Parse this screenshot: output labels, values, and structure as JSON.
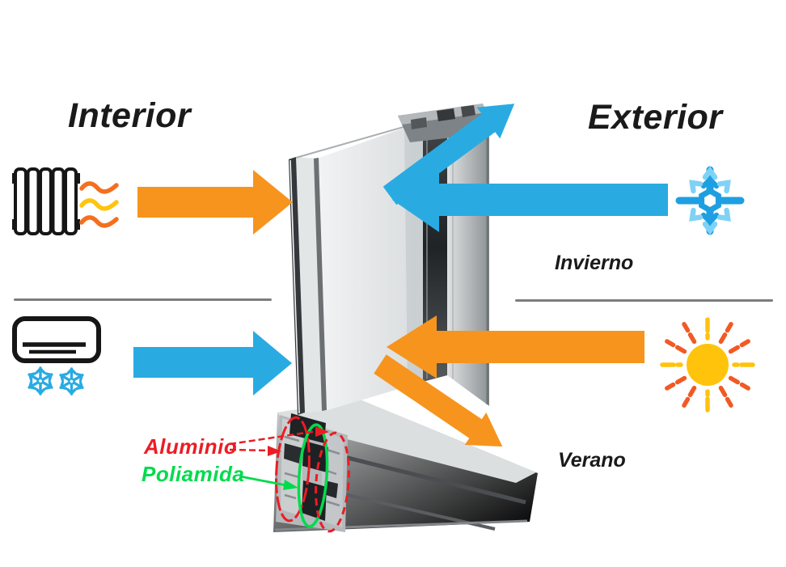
{
  "titles": {
    "interior": "Interior",
    "exterior": "Exterior"
  },
  "season_labels": {
    "winter": "Invierno",
    "summer": "Verano"
  },
  "material_labels": {
    "aluminum": "Aluminio",
    "polyamide": "Poliamida"
  },
  "colors": {
    "warm_arrow": "#F7941D",
    "cold_arrow": "#29ABE2",
    "aluminum_label": "#EC1C24",
    "polyamide_label": "#00DB4D",
    "title_text": "#1A1A1A",
    "divider": "#7D7D7D",
    "sun_core": "#FFC30B",
    "sun_ray_orange": "#F15A24",
    "sun_ray_yellow": "#FFC30B",
    "snowflake_blue": "#1E9FE2",
    "snowflake_light_blue": "#7FD2F6",
    "heat_wave_orange": "#F4701E",
    "heat_wave_yellow": "#FFC40E",
    "icon_outline": "#161616"
  },
  "icons": {
    "interior_winter_source": "radiator-icon",
    "interior_winter_heat": "heat-waves-icon",
    "exterior_winter": "snowflake-icon",
    "interior_summer_source": "air-conditioner-icon",
    "interior_summer_cold": "snowflake-icon",
    "exterior_summer": "sun-icon"
  }
}
